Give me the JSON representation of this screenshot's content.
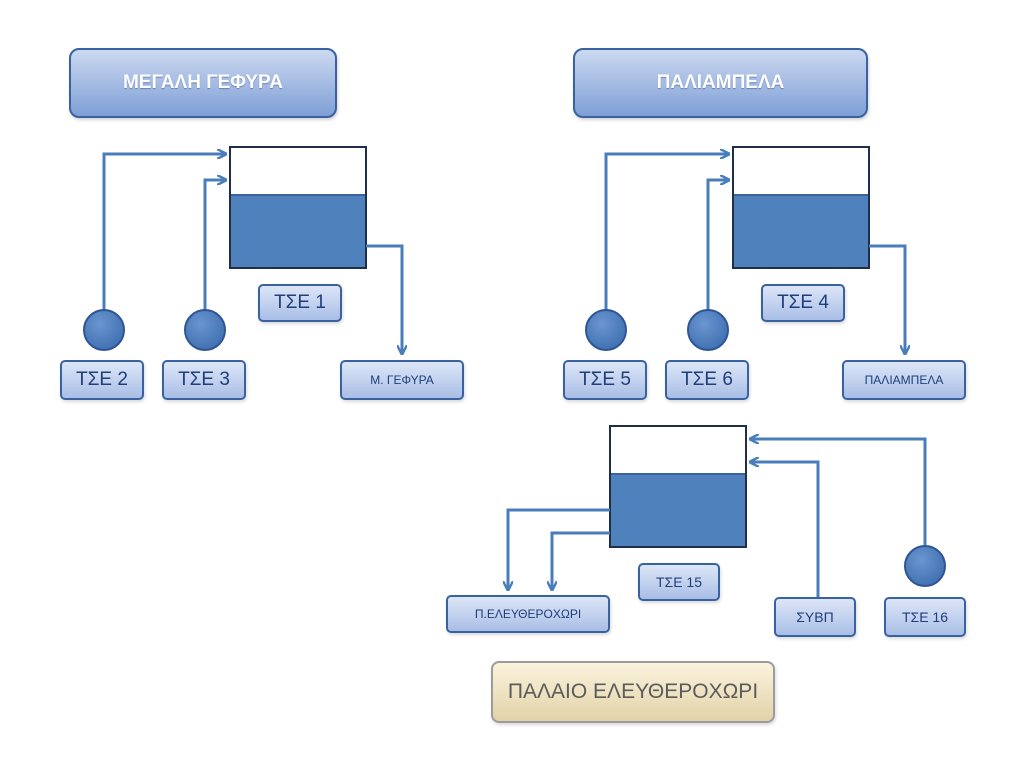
{
  "groups": {
    "megali_gefyra": {
      "title": "ΜΕΓΑΛΗ ΓΕΦΥΡΑ",
      "tank_label": "ΤΣΕ 1",
      "sources": [
        "ΤΣΕ 2",
        "ΤΣΕ 3"
      ],
      "output": "Μ. ΓΕΦΥΡΑ"
    },
    "paliampela": {
      "title": "ΠΑΛΙΑΜΠΕΛΑ",
      "tank_label": "ΤΣΕ 4",
      "sources": [
        "ΤΣΕ 5",
        "ΤΣΕ 6"
      ],
      "output": "ΠΑΛΙΑΜΠΕΛΑ"
    },
    "palaio_eleftherochori": {
      "title": "ΠΑΛΑΙΟ ΕΛΕΥΘΕΡΟΧΩΡΙ",
      "tank_label": "ΤΣΕ 15",
      "sources": [
        "ΣΥΒΠ",
        "ΤΣΕ 16"
      ],
      "output": "Π.ΕΛΕΥΘΕΡΟΧΩΡΙ"
    }
  },
  "colors": {
    "line": "#4a7ebb",
    "tank_fill": "#4f81bd",
    "border": "#3b62a0"
  }
}
